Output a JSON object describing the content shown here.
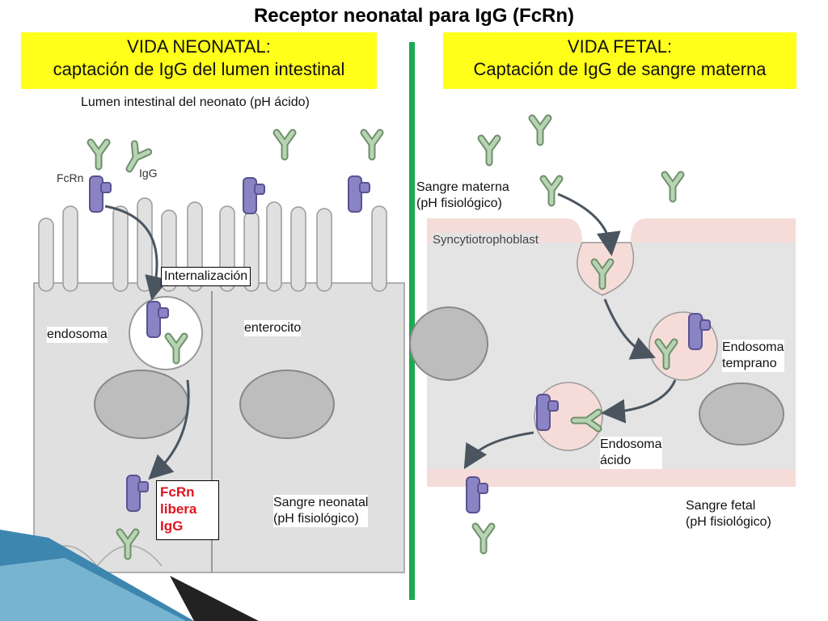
{
  "title": "Receptor neonatal para IgG (FcRn)",
  "neonatal": {
    "heading_line1": "VIDA NEONATAL:",
    "heading_line2": "captación de IgG del lumen intestinal",
    "lumen_label": "Lumen intestinal del neonato (pH ácido)",
    "fcrn_label": "FcRn",
    "igg_label": "IgG",
    "internalization_label": "Internalización",
    "endosome_label": "endosoma",
    "enterocyte_label": "enterocito",
    "release_line1": "FcRn",
    "release_line2": "libera",
    "release_line3": "IgG",
    "blood_line1": "Sangre neonatal",
    "blood_line2": "(pH fisiológico)"
  },
  "fetal": {
    "heading_line1": "VIDA FETAL:",
    "heading_line2": "Captación de IgG de sangre materna",
    "maternal_line1": "Sangre materna",
    "maternal_line2": "(pH fisiológico)",
    "syncytio_label": "Syncytiotrophoblast",
    "early_line1": "Endosoma",
    "early_line2": "temprano",
    "acid_line1": "Endosoma",
    "acid_line2": "ácido",
    "blood_line1": "Sangre fetal",
    "blood_line2": "(pH fisiológico)"
  },
  "colors": {
    "title_bar_yellow": "#ffff1a",
    "divider_green": "#1aaa50",
    "receptor_purple": "#8880c0",
    "antibody_green": "#9cbf9a",
    "cell_gray": "#e0e0e0",
    "placenta_pink": "#f6dcd8",
    "release_red": "#e0141e"
  }
}
